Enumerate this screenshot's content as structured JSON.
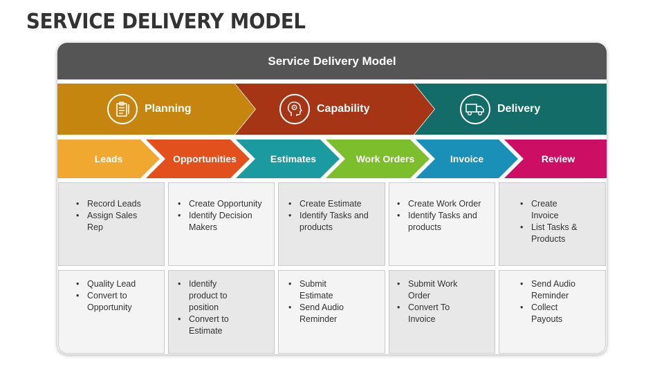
{
  "page_title": "SERVICE DELIVERY MODEL",
  "header_title": "Service Delivery Model",
  "phases": [
    {
      "label": "Planning",
      "icon": "clipboard-icon",
      "color": "#C5850F"
    },
    {
      "label": "Capability",
      "icon": "head-gear-icon",
      "color": "#A63516"
    },
    {
      "label": "Delivery",
      "icon": "truck-icon",
      "color": "#136C68"
    }
  ],
  "steps": [
    {
      "label": "Leads",
      "color": "#F0A830"
    },
    {
      "label": "Opportunities",
      "color": "#E2501E"
    },
    {
      "label": "Estimates",
      "color": "#1B9AA0"
    },
    {
      "label": "Work Orders",
      "color": "#7DBE2C"
    },
    {
      "label": "Invoice",
      "color": "#1A8FB7"
    },
    {
      "label": "Review",
      "color": "#CC0F64"
    }
  ],
  "rows": [
    [
      [
        "Record Leads",
        "Assign Sales Rep"
      ],
      [
        "Create Opportunity",
        "Identify Decision Makers"
      ],
      [
        "Create Estimate",
        "Identify Tasks and products"
      ],
      [
        "Create Work Order",
        "Identify Tasks and products"
      ],
      [
        "Create Invoice",
        "List Tasks & Products"
      ]
    ],
    [
      [
        "Quality Lead",
        "Convert to Opportunity"
      ],
      [
        "Identify product to position",
        "Convert to Estimate"
      ],
      [
        "Submit Estimate",
        "Send Audio Reminder"
      ],
      [
        "Submit Work Order",
        "Convert To Invoice"
      ],
      [
        "Send Audio Reminder",
        "Collect Payouts"
      ]
    ]
  ]
}
